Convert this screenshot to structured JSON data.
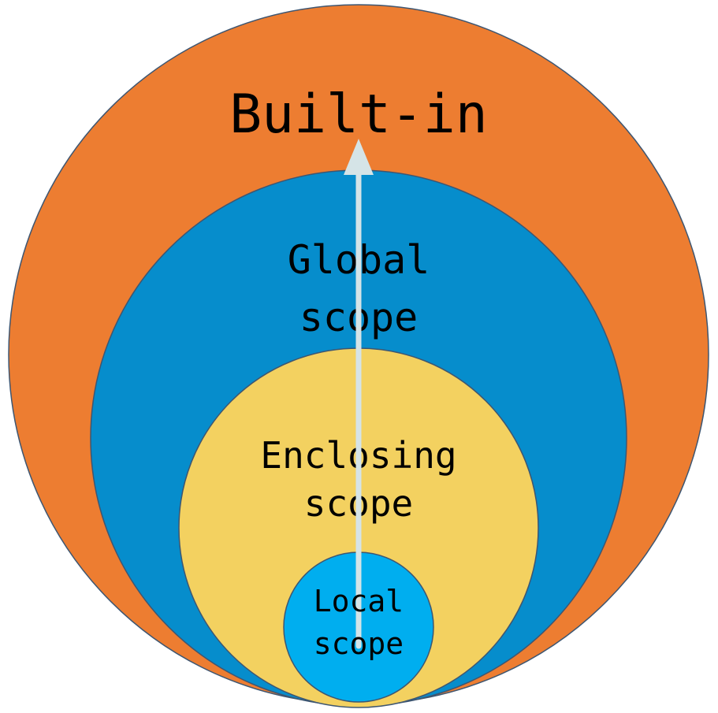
{
  "scopes": {
    "builtin": {
      "label": "Built-in",
      "color": "#ED7D31"
    },
    "global": {
      "line1": "Global",
      "line2": "scope",
      "color": "#068DCC"
    },
    "enclosing": {
      "line1": "Enclosing",
      "line2": "scope",
      "color": "#F3D160"
    },
    "local": {
      "line1": "Local",
      "line2": "scope",
      "color": "#00AEEF"
    }
  },
  "outline_color": "#3E5671",
  "arrow_color": "#D5E4E7"
}
